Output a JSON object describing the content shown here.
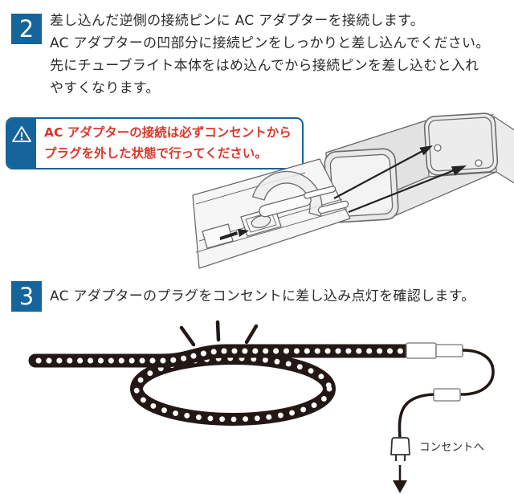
{
  "colors": {
    "step_badge_blue": "#15649b",
    "warning_border_blue": "#15649b",
    "warning_red": "#d9382c",
    "text_ink": "#2b2b2b",
    "rope_black": "#231815",
    "line_art_gray": "#6b6b6b"
  },
  "icons": {
    "warning": "warning-triangle"
  },
  "step2": {
    "number": "2",
    "lines": [
      "差し込んだ逆側の接続ピンに AC アダプターを接続します。",
      "AC アダプターの凹部分に接続ピンをしっかりと差し込んでください。",
      "先にチューブライト本体をはめ込んでから接続ピンを差し込むと入れ",
      "やすくなります。"
    ]
  },
  "warning": {
    "lines": [
      "AC アダプターの接続は必ずコンセントから",
      "プラグを外した状態で行ってください。"
    ]
  },
  "step3": {
    "number": "3",
    "text": "AC アダプターのプラグをコンセントに差し込み点灯を確認します。"
  },
  "figure2": {
    "outlet_label": "コンセントへ"
  }
}
